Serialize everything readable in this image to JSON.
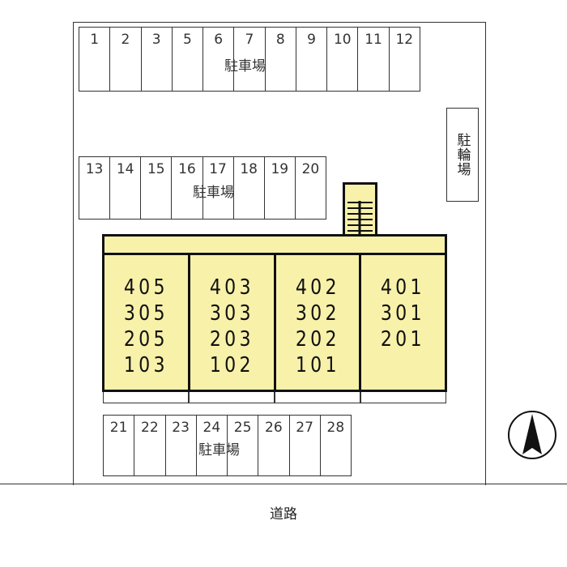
{
  "parking_top": {
    "label": "駐車場",
    "stalls": [
      "1",
      "2",
      "3",
      "5",
      "6",
      "7",
      "8",
      "9",
      "10",
      "11",
      "12"
    ]
  },
  "parking_middle": {
    "label": "駐車場",
    "stalls": [
      "13",
      "14",
      "15",
      "16",
      "17",
      "18",
      "19",
      "20"
    ]
  },
  "parking_bottom": {
    "label": "駐車場",
    "stalls": [
      "21",
      "22",
      "23",
      "24",
      "25",
      "26",
      "27",
      "28"
    ]
  },
  "bicycle_parking": {
    "label": "駐輪場"
  },
  "building": {
    "units": [
      {
        "rooms": [
          "405",
          "305",
          "205",
          "103"
        ]
      },
      {
        "rooms": [
          "403",
          "303",
          "203",
          "102"
        ]
      },
      {
        "rooms": [
          "402",
          "302",
          "202",
          "101"
        ]
      },
      {
        "rooms": [
          "401",
          "301",
          "201"
        ]
      }
    ]
  },
  "road": {
    "label": "道路"
  },
  "colors": {
    "building": "#f8f1a9",
    "lines": "#111111"
  },
  "compass": {
    "icon": "north-arrow-icon"
  }
}
